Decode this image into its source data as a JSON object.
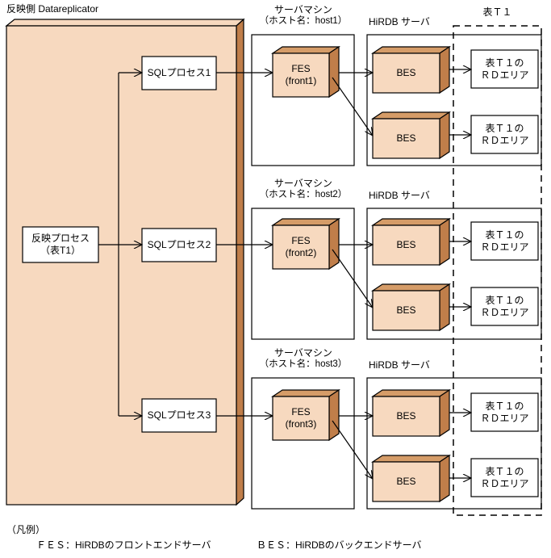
{
  "diagram": {
    "title": "反映側 Datareplicator",
    "colors": {
      "box_face": "#F7D9BF",
      "box_shade": "#C07E4A",
      "panel_face": "#F7D9BF",
      "panel_shade": "#C07E4A",
      "white_box": "#FFFFFF",
      "line": "#000000"
    },
    "datareplicator_panel": {
      "label": "反映側 Datareplicator",
      "reflect_process": {
        "line1": "反映プロセス",
        "line2": "（表T1）"
      },
      "sql_processes": [
        {
          "label": "SQLプロセス1"
        },
        {
          "label": "SQLプロセス2"
        },
        {
          "label": "SQLプロセス3"
        }
      ]
    },
    "table_group_label": "表Ｔ１",
    "sections": [
      {
        "server_machine_label_line1": "サーバマシン",
        "server_machine_label_line2": "（ホスト名：host1）",
        "hirdb_label": "HiRDB サーバ",
        "fes": {
          "line1": "FES",
          "line2": "(front1)"
        },
        "bes": [
          {
            "label": "BES"
          },
          {
            "label": "BES"
          }
        ],
        "rd_areas": [
          {
            "line1": "表Ｔ１の",
            "line2": "ＲＤエリア"
          },
          {
            "line1": "表Ｔ１の",
            "line2": "ＲＤエリア"
          }
        ]
      },
      {
        "server_machine_label_line1": "サーバマシン",
        "server_machine_label_line2": "（ホスト名：host2）",
        "hirdb_label": "HiRDB サーバ",
        "fes": {
          "line1": "FES",
          "line2": "(front2)"
        },
        "bes": [
          {
            "label": "BES"
          },
          {
            "label": "BES"
          }
        ],
        "rd_areas": [
          {
            "line1": "表Ｔ１の",
            "line2": "ＲＤエリア"
          },
          {
            "line1": "表Ｔ１の",
            "line2": "ＲＤエリア"
          }
        ]
      },
      {
        "server_machine_label_line1": "サーバマシン",
        "server_machine_label_line2": "（ホスト名：host3）",
        "hirdb_label": "HiRDB サーバ",
        "fes": {
          "line1": "FES",
          "line2": "(front3)"
        },
        "bes": [
          {
            "label": "BES"
          },
          {
            "label": "BES"
          }
        ],
        "rd_areas": [
          {
            "line1": "表Ｔ１の",
            "line2": "ＲＤエリア"
          },
          {
            "line1": "表Ｔ１の",
            "line2": "ＲＤエリア"
          }
        ]
      }
    ],
    "legend": {
      "heading": "（凡例）",
      "fes_entry": "ＦＥＳ：HiRDBのフロントエンドサーバ",
      "bes_entry": "ＢＥＳ：HiRDBのバックエンドサーバ"
    }
  }
}
